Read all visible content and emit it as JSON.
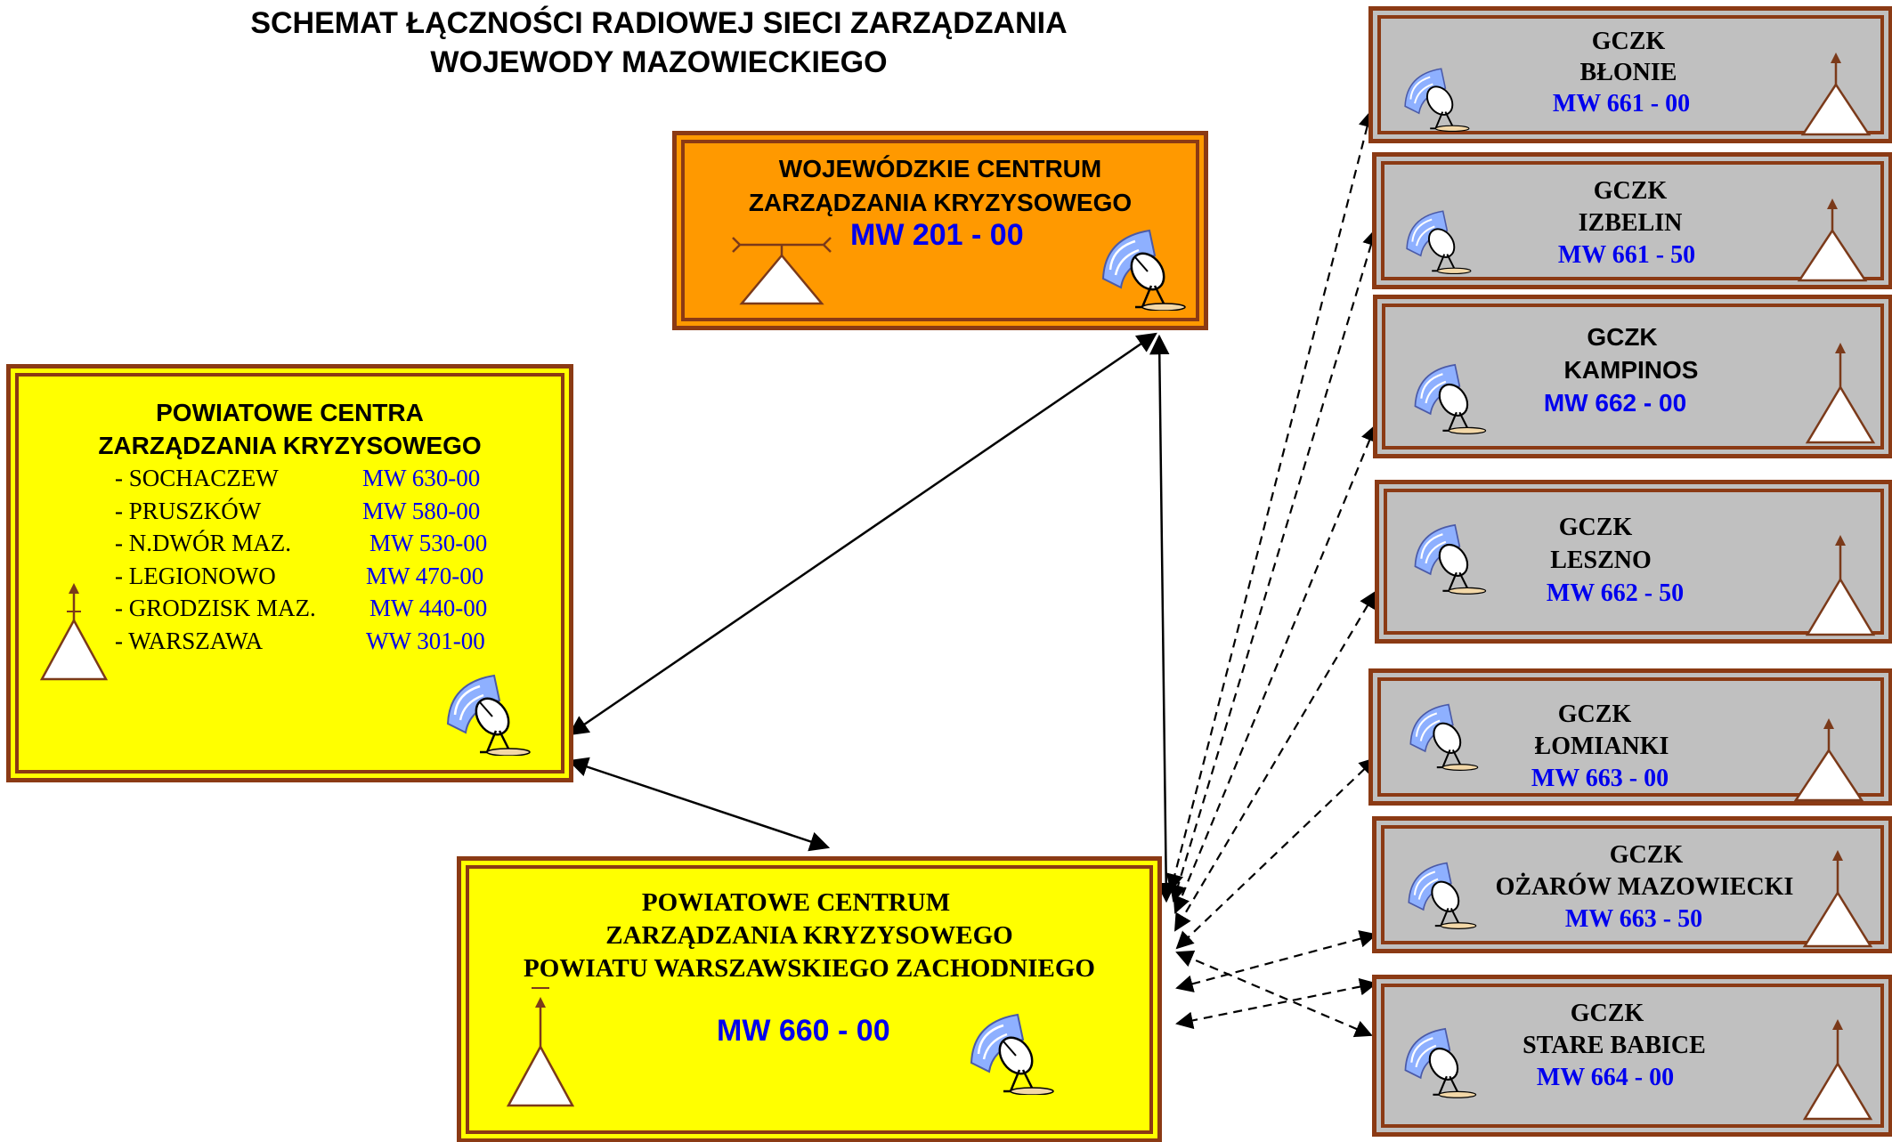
{
  "title": {
    "line1": "SCHEMAT  ŁĄCZNOŚCI  RADIOWEJ SIECI ZARZĄDZANIA",
    "line2": "WOJEWODY MAZOWIECKIEGO"
  },
  "wczk": {
    "line1": "WOJEWÓDZKIE CENTRUM",
    "line2": "ZARZĄDZANIA KRYZYSOWEGO",
    "code": "MW  201 - 00"
  },
  "pczk_list": {
    "line1": "POWIATOWE CENTRA",
    "line2": "ZARZĄDZANIA KRYZYSOWEGO",
    "items": [
      {
        "name": "- SOCHACZEW",
        "code": "MW 630-00"
      },
      {
        "name": "- PRUSZKÓW",
        "code": "MW 580-00"
      },
      {
        "name": "- N.DWÓR MAZ.",
        "code": "MW 530-00"
      },
      {
        "name": "- LEGIONOWO",
        "code": "MW 470-00"
      },
      {
        "name": "- GRODZISK MAZ.",
        "code": "MW 440-00"
      },
      {
        "name": "- WARSZAWA",
        "code": "WW 301-00"
      }
    ]
  },
  "pczk_wz": {
    "line1": "POWIATOWE CENTRUM",
    "line2": "ZARZĄDZANIA KRYZYSOWEGO",
    "line3": "POWIATU  WARSZAWSKIEGO ZACHODNIEGO",
    "code": "MW  660 -  00"
  },
  "gczk": [
    {
      "label": "GCZK",
      "name": "BŁONIE",
      "code": "MW  661 -  00"
    },
    {
      "label": "GCZK",
      "name": "IZBELIN",
      "code": "MW  661 - 50"
    },
    {
      "label": "GCZK",
      "name": "KAMPINOS",
      "code": "MW  662 -  00"
    },
    {
      "label": "GCZK",
      "name": "LESZNO",
      "code": "MW   662  - 50"
    },
    {
      "label": "GCZK",
      "name": "ŁOMIANKI",
      "code": "MW  663 -  00"
    },
    {
      "label": "GCZK",
      "name": "OŻARÓW MAZOWIECKI",
      "code": "MW  663 -  50"
    },
    {
      "label": "GCZK",
      "name": "STARE BABICE",
      "code": "MW  664 - 00"
    }
  ],
  "icons": {
    "satellite": "satellite-dish-icon",
    "antenna": "antenna-mast-icon"
  },
  "colors": {
    "border": "#8b3a14",
    "orange": "#ff9900",
    "yellow": "#ffff00",
    "gray": "#c0c0c0",
    "code_blue": "#0000ee"
  }
}
